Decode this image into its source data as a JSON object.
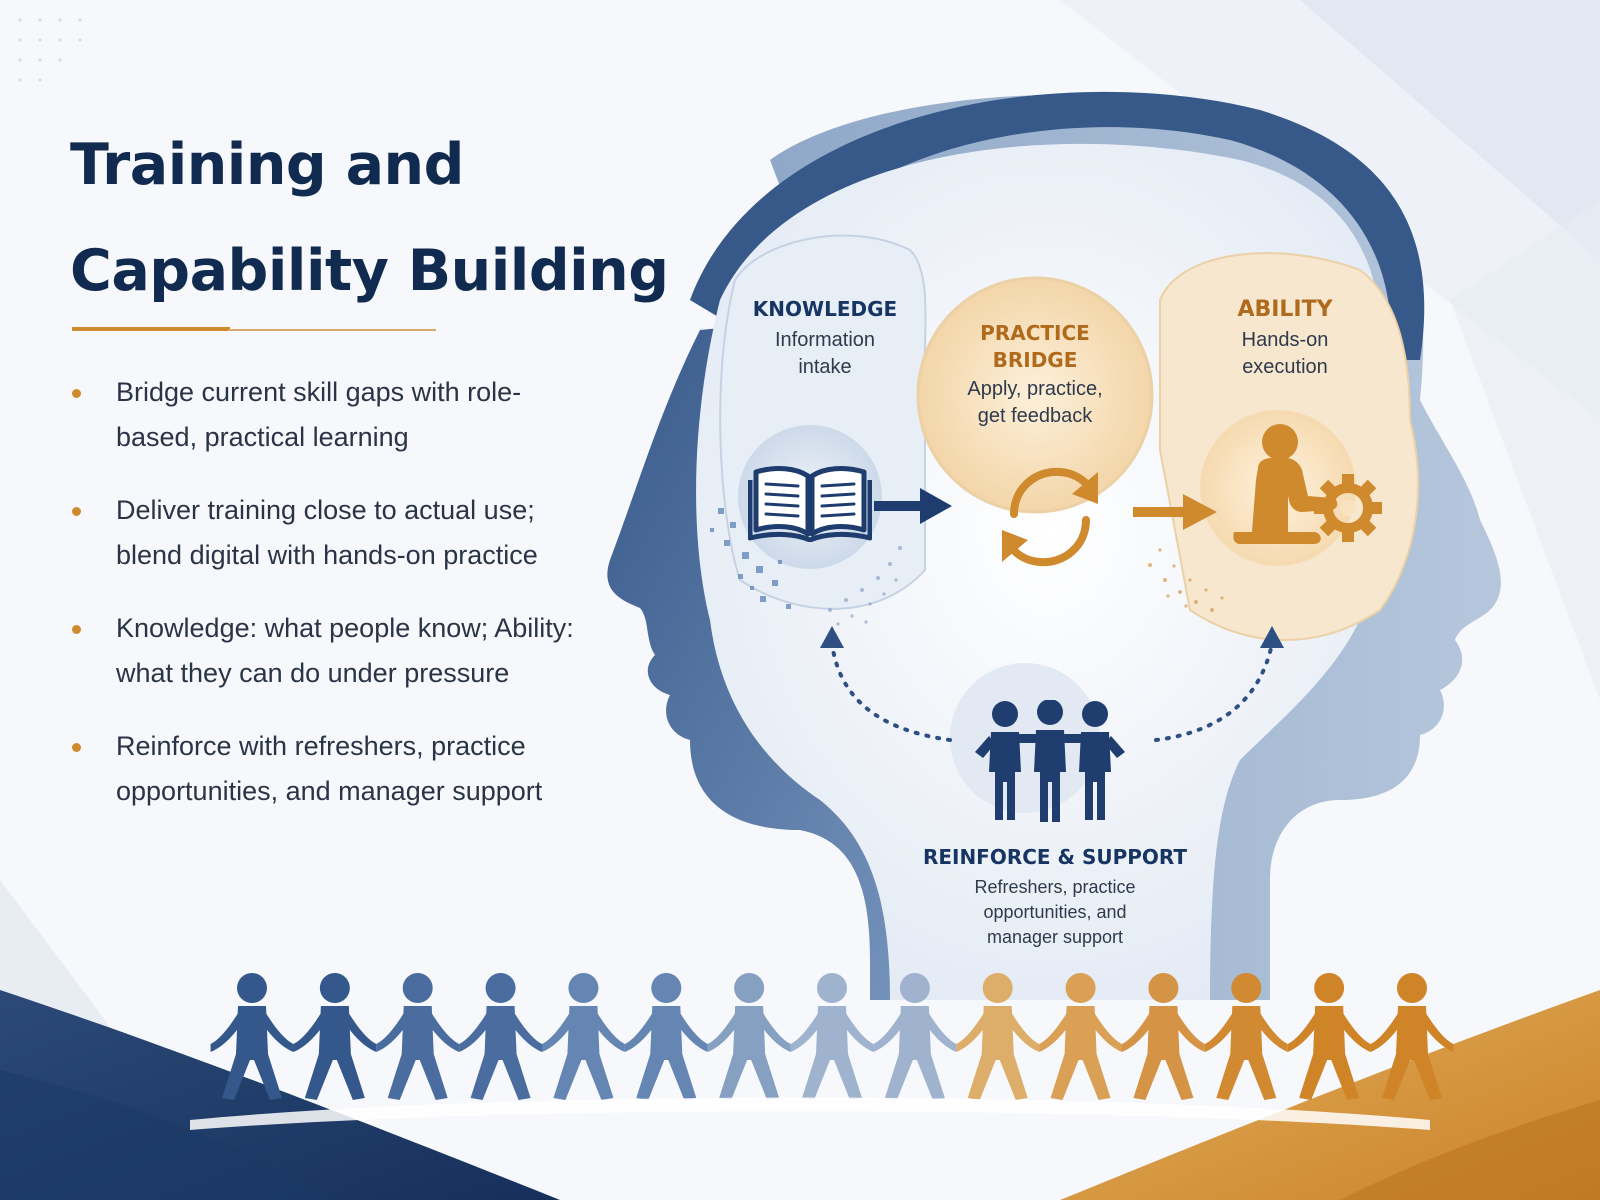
{
  "title": "Training and Capability Building",
  "title_lines": [
    "Training and",
    "Capability Building"
  ],
  "bullets": [
    "Bridge current skill gaps with role-based, practical learning",
    "Deliver training close to actual use; blend digital with hands-on practice",
    "Knowledge: what people know; Ability: what they can do under pressure",
    "Reinforce with refreshers, practice opportunities, and manager support"
  ],
  "diagram": {
    "knowledge": {
      "title": "KNOWLEDGE",
      "subtitle_lines": [
        "Information",
        "intake"
      ],
      "icon": "open-book-icon"
    },
    "practice": {
      "title_lines": [
        "PRACTICE",
        "BRIDGE"
      ],
      "subtitle_lines": [
        "Apply, practice,",
        "get feedback"
      ],
      "icon": "refresh-cycle-icon"
    },
    "ability": {
      "title": "ABILITY",
      "subtitle_lines": [
        "Hands-on",
        "execution"
      ],
      "icon": "person-gear-icon"
    },
    "reinforce": {
      "title": "REINFORCE & SUPPORT",
      "subtitle_lines": [
        "Refreshers, practice",
        "opportunities, and",
        "manager support"
      ],
      "icon": "team-group-icon"
    }
  },
  "colors": {
    "navy": "#173562",
    "blue": "#5b7fae",
    "gold": "#d08a2e",
    "light_blue": "#dfe8f3",
    "cream": "#fbf3e6"
  },
  "people_chain": {
    "count": 15,
    "icon": "people-holding-hands-icon"
  }
}
